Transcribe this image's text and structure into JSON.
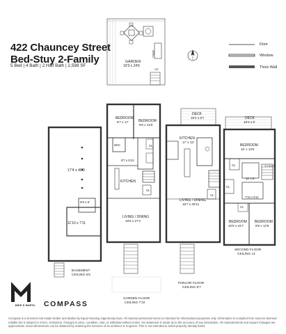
{
  "header": {
    "title_line1": "422 Chauncey Street",
    "title_line2": "Bed-Stuy 2-Family",
    "subtitle": "5 Bed | 4 Bath | 2 Half Bath | 2,598 SF"
  },
  "legend": {
    "door": "Door",
    "window": "Window",
    "thick_wall": "Thick Wall"
  },
  "rooms": {
    "garden": "GARDEN",
    "garden_dim": "19'3 x 24'6",
    "grill": "GRILL",
    "up": "UP",
    "basement_room_dim": "17'4 x 40'9",
    "basement_small_dim": "6'9 x 5'",
    "basement_room2_dim": "11'10 x 7'11",
    "basement_label": "BASEMENT",
    "basement_ceiling": "CEILING 6'5",
    "gf_bedroom1": "BEDROOM",
    "gf_bedroom1_dim": "8'7 x 17'",
    "gf_bedroom2": "BEDROOM",
    "gf_bedroom2_dim": "8'6 x 12'6",
    "wic": "WIC",
    "cl": "CL",
    "gf_hall_dim": "8'7 x 5'10",
    "gf_kitchen": "KITCHEN",
    "gf_living": "LIVING / DINING",
    "gf_living_dim": "18'6 x 27'4",
    "garden_floor": "GARDEN FLOOR",
    "garden_floor_ceiling": "CEILING 7'10",
    "pf_deck": "DECK",
    "pf_deck_dim": "18'4 x 8'7",
    "pf_kitchen": "KITCHEN",
    "pf_kitchen_dim": "17' x 13'",
    "pf_living": "LIVING / DINING",
    "pf_living_dim": "18'7 x 28'11",
    "parlor_floor": "PARLOR FLOOR",
    "parlor_floor_ceiling": "CEILING 9'7",
    "sf_deck": "DECK",
    "sf_deck_dim": "18'3 x 6'",
    "sf_bedroom1": "BEDROOM",
    "sf_bedroom1_dim": "16' x 13'8",
    "sf_small_dim": "11' x 6'",
    "sf_small2_dim": "7'10 x 6'11",
    "to_roof": "TO ROOF",
    "sf_bedroom2": "BEDROOM",
    "sf_bedroom2_dim": "10'9 x 15'7",
    "sf_bedroom3": "BEDROOM",
    "sf_bedroom3_dim": "8'9 x 12'8",
    "second_floor": "SECOND FLOOR",
    "second_floor_ceiling": "CEILING 11'"
  },
  "branding": {
    "logo_line": "MIKE & MARTA",
    "compass": "COMPASS"
  },
  "disclaimer": "Compass is a licensed real estate broker and abides by Equal Housing Opportunity laws. All material presented herein is intended for informational purposes only. Information is compiled from sources deemed reliable but is subject to errors, omissions, changes in price, condition, sale, or withdraw without notice. No statement is made as to the accuracy of any description. All measurements and square footages are approximate. Exact dimensions can be obtained by retaining the services of an architect or engineer. This is not intended to solicit property already listed."
}
